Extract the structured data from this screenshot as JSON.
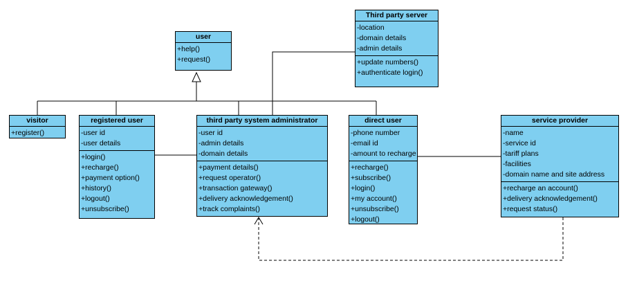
{
  "classes": {
    "user": {
      "name": "user",
      "attributes": [],
      "operations": [
        "+help()",
        "+request()"
      ]
    },
    "third_party_server": {
      "name": "Third party server",
      "attributes": [
        "-location",
        "-domain details",
        "-admin details"
      ],
      "operations": [
        "+update numbers()",
        "+authenticate login()"
      ]
    },
    "visitor": {
      "name": "visitor",
      "attributes": [],
      "operations": [
        "+register()"
      ]
    },
    "registered_user": {
      "name": "registered user",
      "attributes": [
        "-user id",
        "-user details"
      ],
      "operations": [
        "+login()",
        "+recharge()",
        "+payment option()",
        "+history()",
        "+logout()",
        "+unsubscribe()"
      ]
    },
    "third_party_admin": {
      "name": "third party system administrator",
      "attributes": [
        "-user id",
        "-admin details",
        "-domain details"
      ],
      "operations": [
        "+payment details()",
        "+request operator()",
        "+transaction gateway()",
        "+delivery acknowledgement()",
        "+track complaints()"
      ]
    },
    "direct_user": {
      "name": "direct user",
      "attributes": [
        "-phone number",
        "-email id",
        "-amount to recharge"
      ],
      "operations": [
        "+recharge()",
        "+subscribe()",
        "+login()",
        "+my account()",
        "+unsubscribe()",
        "+logout()"
      ]
    },
    "service_provider": {
      "name": "service provider",
      "attributes": [
        "-name",
        "-service id",
        "-tariff plans",
        "-facilities",
        "-domain name and site address"
      ],
      "operations": [
        "+recharge an account()",
        "+delivery acknowledgement()",
        "+request status()"
      ]
    }
  },
  "colors": {
    "class_fill": "#7fcff0",
    "line": "#000000"
  }
}
